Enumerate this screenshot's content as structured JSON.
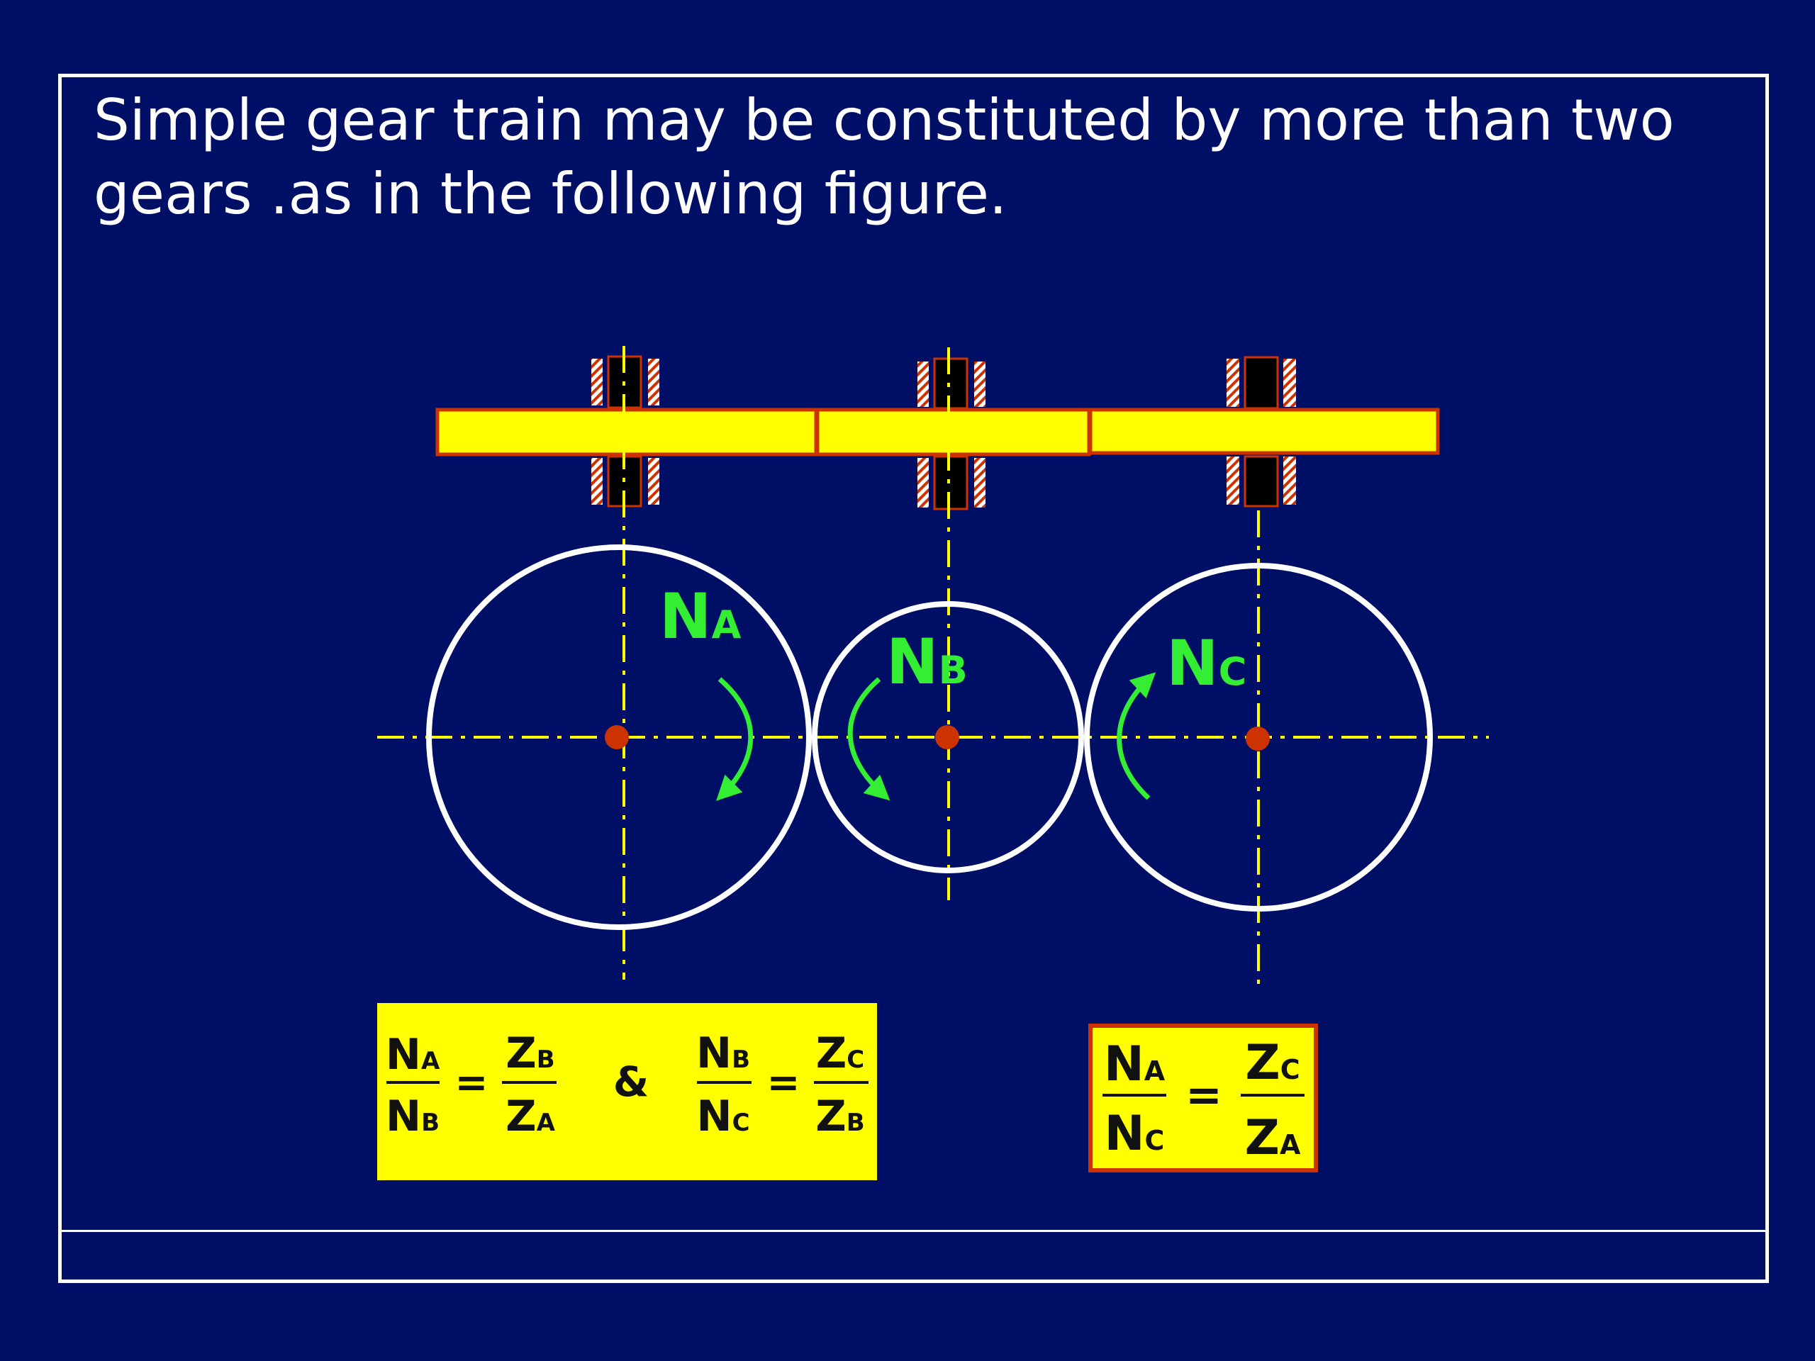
{
  "heading": {
    "line1": "Simple gear train may be constituted by more than two",
    "line2": "gears .as in the following figure."
  },
  "colors": {
    "background": "#000f66",
    "frame": "#ffffff",
    "shaft_fill": "#ffff00",
    "shaft_border": "#cc3300",
    "gear_outline": "#ffffff",
    "centerline": "#ffff00",
    "speed_label": "#33ee33",
    "formula_box": "#ffff00",
    "center_dot": "#cc3300"
  },
  "gears": [
    {
      "id": "A",
      "speed_symbol": "N",
      "speed_subscript": "A",
      "rotation": "clockwise"
    },
    {
      "id": "B",
      "speed_symbol": "N",
      "speed_subscript": "B",
      "rotation": "counterclockwise"
    },
    {
      "id": "C",
      "speed_symbol": "N",
      "speed_subscript": "C",
      "rotation": "clockwise"
    }
  ],
  "formula_left": {
    "eq1": {
      "lhs_num_sym": "N",
      "lhs_num_sub": "A",
      "lhs_den_sym": "N",
      "lhs_den_sub": "B",
      "equals": "=",
      "rhs_num_sym": "Z",
      "rhs_num_sub": "B",
      "rhs_den_sym": "Z",
      "rhs_den_sub": "A"
    },
    "connector": "&",
    "eq2": {
      "lhs_num_sym": "N",
      "lhs_num_sub": "B",
      "lhs_den_sym": "N",
      "lhs_den_sub": "C",
      "equals": "=",
      "rhs_num_sym": "Z",
      "rhs_num_sub": "C",
      "rhs_den_sym": "Z",
      "rhs_den_sub": "B"
    }
  },
  "formula_right": {
    "eq": {
      "lhs_num_sym": "N",
      "lhs_num_sub": "A",
      "lhs_den_sym": "N",
      "lhs_den_sub": "C",
      "equals": "=",
      "rhs_num_sym": "Z",
      "rhs_num_sub": "C",
      "rhs_den_sym": "Z",
      "rhs_den_sub": "A"
    }
  }
}
